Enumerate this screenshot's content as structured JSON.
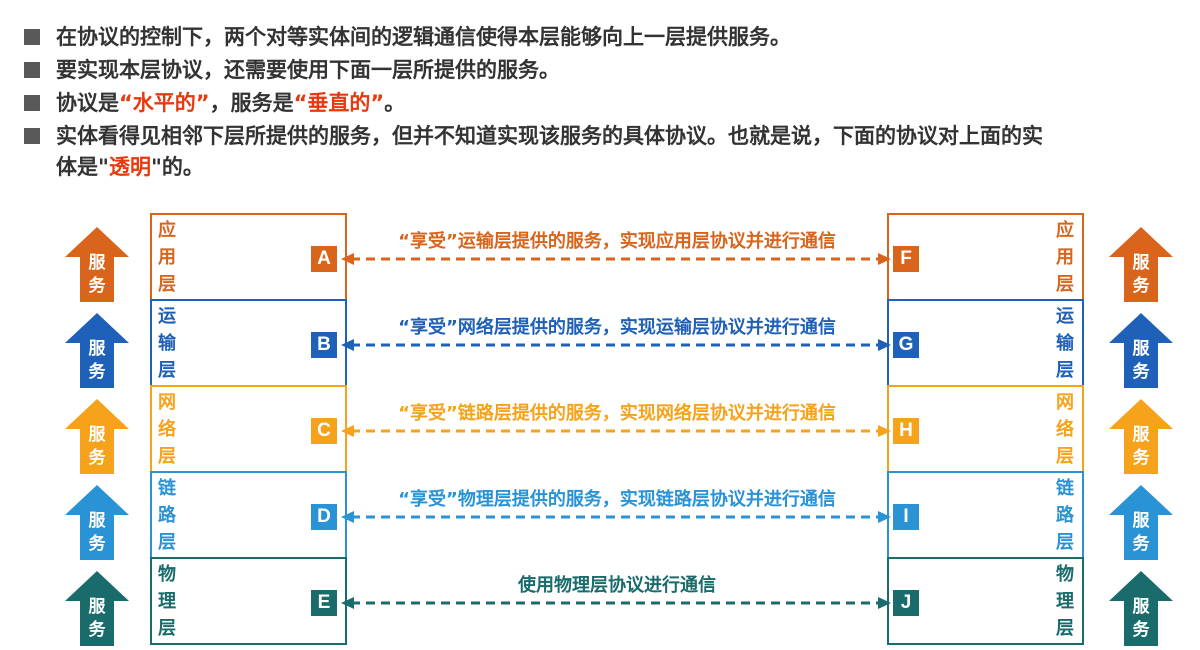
{
  "bullets": [
    {
      "parts": [
        {
          "text": "在协议的控制下，两个对等实体间的逻辑通信使得本层能够向上一层提供服务。"
        }
      ]
    },
    {
      "parts": [
        {
          "text": "要实现本层协议，还需要使用下面一层所提供的服务。"
        }
      ]
    },
    {
      "parts": [
        {
          "text": "协议是"
        },
        {
          "text": "“水平的”",
          "red": true
        },
        {
          "text": "，服务是"
        },
        {
          "text": "“垂直的”",
          "red": true
        },
        {
          "text": "。"
        }
      ]
    },
    {
      "parts": [
        {
          "text": "实体看得见相邻下层所提供的服务，但并不知道实现该服务的具体协议。也就是说，下面的协议对上面的实"
        }
      ]
    },
    {
      "parts": [
        {
          "text": "体是\""
        },
        {
          "text": "透明",
          "red": true
        },
        {
          "text": "\"的。"
        }
      ]
    }
  ],
  "service_label": "服务",
  "layers": [
    {
      "name": "应用层",
      "left_letter": "A",
      "right_letter": "F",
      "color": "#d9651c",
      "message": "“享受”运输层提供的服务，实现应用层协议并进行通信"
    },
    {
      "name": "运输层",
      "left_letter": "B",
      "right_letter": "G",
      "color": "#1f61b8",
      "message": "“享受”网络层提供的服务，实现运输层协议并进行通信"
    },
    {
      "name": "网络层",
      "left_letter": "C",
      "right_letter": "H",
      "color": "#f6a21b",
      "message": "“享受”链路层提供的服务，实现网络层协议并进行通信"
    },
    {
      "name": "链路层",
      "left_letter": "D",
      "right_letter": "I",
      "color": "#2a93d5",
      "message": "“享受”物理层提供的服务，实现链路层协议并进行通信"
    },
    {
      "name": "物理层",
      "left_letter": "E",
      "right_letter": "J",
      "color": "#1a6b6b",
      "message": "使用物理层协议进行通信"
    }
  ]
}
